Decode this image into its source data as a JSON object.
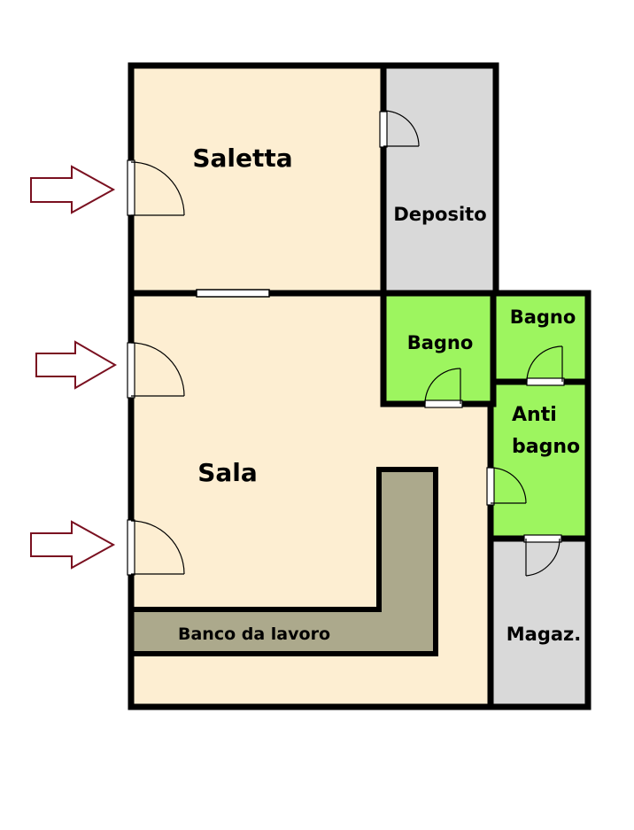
{
  "floorplan": {
    "rooms": {
      "saletta": {
        "label": "Saletta",
        "color": "#fdeed2"
      },
      "sala": {
        "label": "Sala",
        "color": "#fdeed2"
      },
      "deposito": {
        "label": "Deposito",
        "color": "#d9d9d9"
      },
      "bagno_1": {
        "label": "Bagno",
        "color": "#9df55f"
      },
      "bagno_2": {
        "label": "Bagno",
        "color": "#9df55f"
      },
      "anti_bagno": {
        "label_line1": "Anti",
        "label_line2": "bagno",
        "color": "#9df55f"
      },
      "magazzino": {
        "label": "Magaz.",
        "color": "#d9d9d9"
      }
    },
    "workbench": {
      "label": "Banco da lavoro",
      "color": "#aca98c"
    },
    "entrances": 3,
    "colors": {
      "wall": "#000000",
      "arrow": "#7a1020",
      "door": "#ffffff"
    }
  }
}
